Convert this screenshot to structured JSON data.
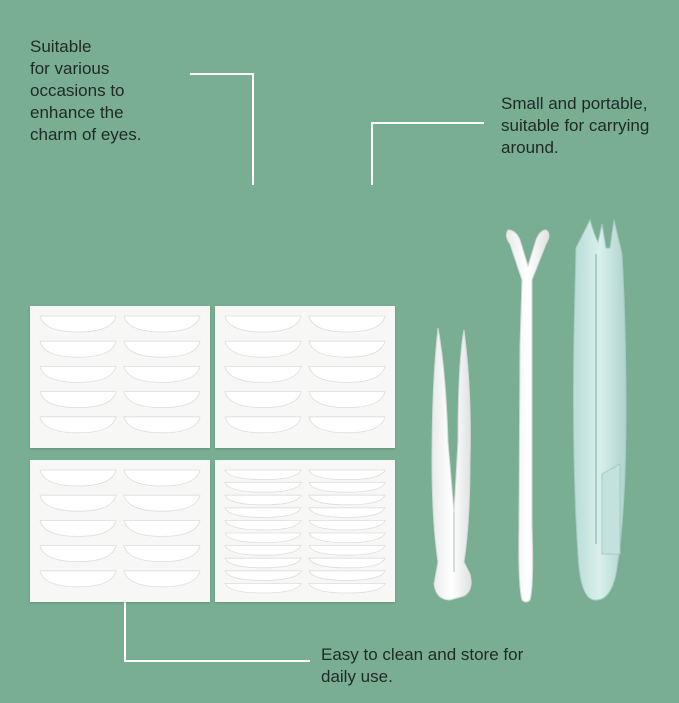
{
  "captions": {
    "occasions": "Suitable\nfor various\noccasions to\nenhance the\ncharm of eyes.",
    "portable": "Small and portable,\nsuitable for carrying\naround.",
    "clean": "Easy to clean and store for\ndaily use."
  },
  "colors": {
    "background": "#79ae93",
    "sheet": "#f7f7f5",
    "tweezer_light_blue": "#cfe9e4",
    "leader_line": "#ffffff"
  },
  "sheets": [
    {
      "name": "sheet-top-left",
      "rows": 5,
      "columns": 2
    },
    {
      "name": "sheet-top-right",
      "rows": 5,
      "columns": 2
    },
    {
      "name": "sheet-bottom-left",
      "rows": 5,
      "columns": 2
    },
    {
      "name": "sheet-bottom-right",
      "rows": 10,
      "columns": 2
    }
  ],
  "tools": [
    "white-fork-applicator",
    "white-y-stick-applicator",
    "light-blue-tweezers"
  ]
}
